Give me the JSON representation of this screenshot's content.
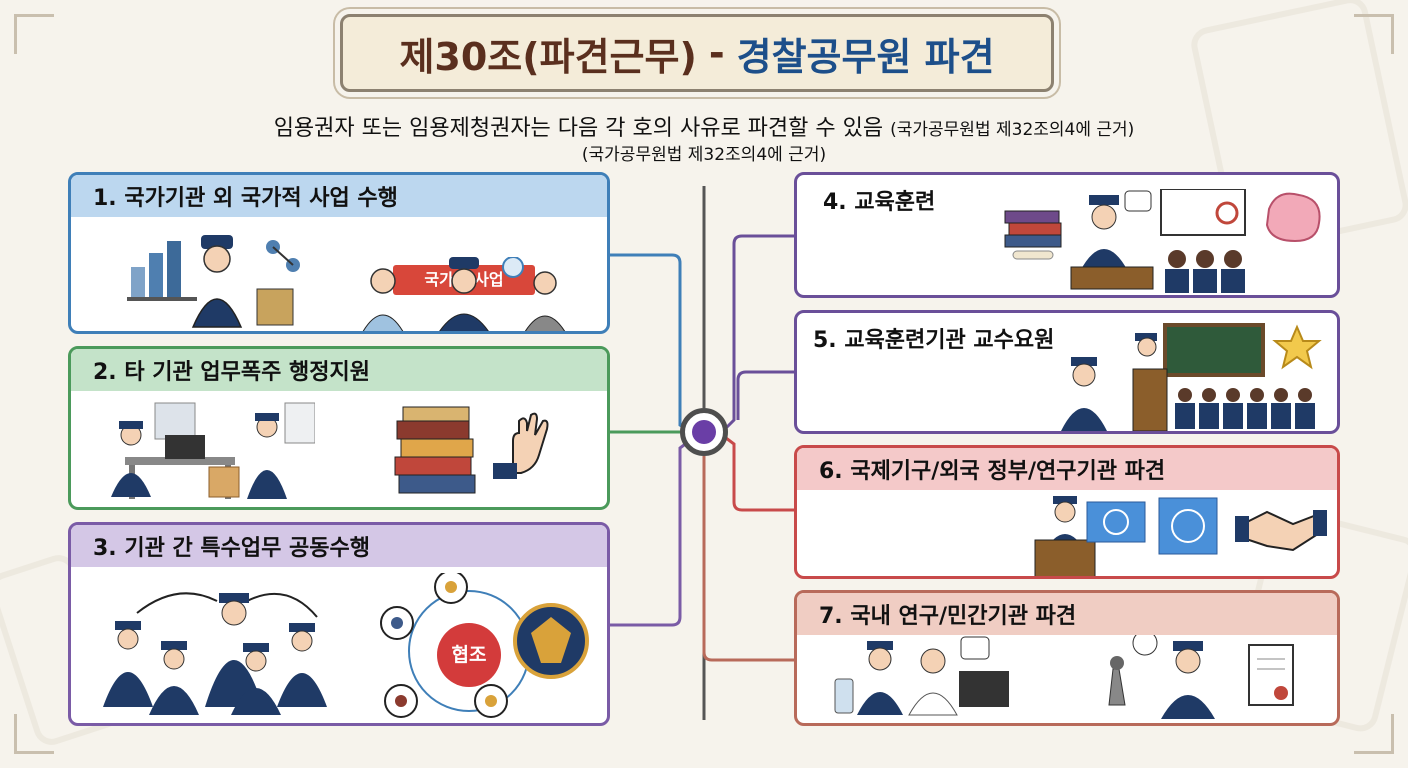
{
  "title": {
    "part1": "제30조(파견근무)",
    "separator": "-",
    "part2": "경찰공무원 파견"
  },
  "subtitle": {
    "main": "임용권자 또는 임용제청권자는 다음 각 호의 사유로 파견할 수 있음",
    "basis_inline": "(국가공무원법 제32조의4에 근거)",
    "basis_line2": "(국가공무원법 제32조의4에 근거)"
  },
  "items": [
    {
      "title": "1. 국가기관 외 국가적 사업 수행",
      "banner": "국가적 사업"
    },
    {
      "title": "2. 타 기관 업무폭주 행정지원"
    },
    {
      "title": "3. 기관 간 특수업무 공동수행",
      "center_label": "협조"
    },
    {
      "title": "4. 교육훈련"
    },
    {
      "title": "5. 교육훈련기관 교수요원"
    },
    {
      "title": "6. 국제기구/외국 정부/연구기관 파견"
    },
    {
      "title": "7. 국내 연구/민간기관 파견"
    }
  ],
  "colors": {
    "blue": "#3f7fb8",
    "green": "#4b9a5b",
    "purple": "#7a5ba6",
    "red": "#c84a4a",
    "brown": "#b86a5a",
    "police_navy": "#1f3a66"
  },
  "icons": [
    "police-officer-icon",
    "book-stack-icon",
    "raised-hand-icon",
    "un-flag-icon",
    "handshake-icon",
    "brain-icon",
    "star-icon",
    "police-emblem-icon",
    "microscope-icon",
    "certificate-icon"
  ]
}
